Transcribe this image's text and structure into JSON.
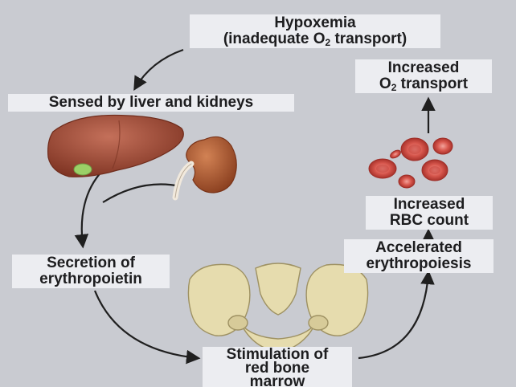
{
  "labels": {
    "hypoxemia": {
      "line1": "Hypoxemia",
      "line2_pre": "(inadequate O",
      "line2_sub": "2",
      "line2_post": " transport)"
    },
    "sensed": "Sensed by liver and kidneys",
    "secretion": {
      "line1": "Secretion of",
      "line2": "erythropoietin"
    },
    "stimulation": {
      "line1": "Stimulation of",
      "line2": "red bone",
      "line3": "marrow"
    },
    "accelerated": {
      "line1": "Accelerated",
      "line2": "erythropoiesis"
    },
    "rbc_count": {
      "line1": "Increased",
      "line2": "RBC count"
    },
    "o2_transport": {
      "line1": "Increased",
      "line2_pre": "O",
      "line2_sub": "2",
      "line2_post": " transport"
    }
  },
  "colors": {
    "background": "#c9cbd1",
    "label_fill": "#ecedf1",
    "text": "#1d1d1f",
    "arrow": "#1f1f1f",
    "liver": "#a5523a",
    "gallbladder": "#9bd067",
    "kidney": "#b8643a",
    "bone": "#e6dcae",
    "rbc": "#d8584e"
  }
}
